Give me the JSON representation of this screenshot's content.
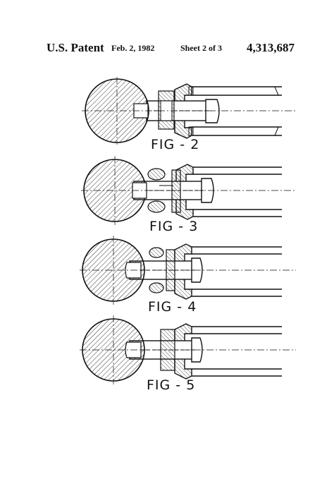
{
  "header": {
    "title": "U.S. Patent",
    "date": "Feb. 2, 1982",
    "sheet": "Sheet 2 of 3",
    "patent_number": "4,313,687"
  },
  "figures": [
    {
      "label": "FIG - 2"
    },
    {
      "label": "FIG - 3"
    },
    {
      "label": "FIG - 4"
    },
    {
      "label": "FIG - 5"
    }
  ]
}
